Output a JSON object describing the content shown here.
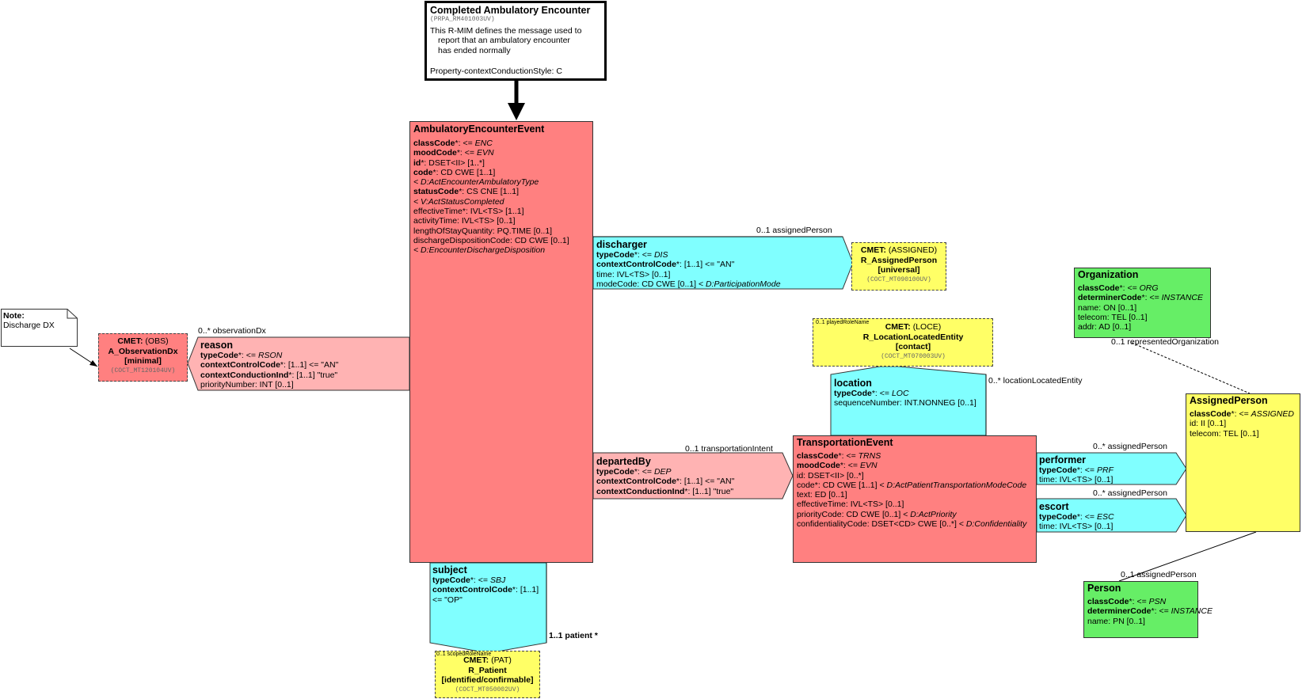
{
  "header": {
    "title": "Completed Ambulatory Encounter",
    "id": "(PRPA_RM401003UV)",
    "desc": [
      "This R-MIM defines the message used to",
      "report that an ambulatory encounter",
      "has ended normally"
    ],
    "property": "Property-contextConductionStyle: C"
  },
  "note": {
    "label": "Note:",
    "text": "Discharge DX"
  },
  "encounter": {
    "title": "AmbulatoryEncounterEvent",
    "a1": {
      "name": "classCode",
      "rest": "*: <= ",
      "val": "ENC"
    },
    "a2": {
      "name": "moodCode",
      "rest": "*: <= ",
      "val": "EVN"
    },
    "a3": {
      "name": "id",
      "rest": "*: DSET<II> [1..*]"
    },
    "a4": {
      "name": "code",
      "rest": "*: CD CWE [1..1]"
    },
    "a4b": " < D:ActEncounterAmbulatoryType",
    "a5": {
      "name": "statusCode",
      "rest": "*: CS CNE [1..1]"
    },
    "a5b": " < V:ActStatusCompleted",
    "a6": "effectiveTime*: IVL<TS> [1..1]",
    "a7": "activityTime: IVL<TS> [0..1]",
    "a8": "lengthOfStayQuantity: PQ.TIME [0..1]",
    "a9": "dischargeDispositionCode: CD CWE [0..1]",
    "a9b": " < D:EncounterDischargeDisposition"
  },
  "discharger": {
    "title": "discharger",
    "a1": {
      "name": "typeCode",
      "rest": "*: <= ",
      "val": "DIS"
    },
    "a2": {
      "name": "contextControlCode",
      "rest": "*: [1..1] <= \"AN\""
    },
    "a3": "time: IVL<TS> [0..1]",
    "a4": "modeCode: CD CWE [0..1] < ",
    "a4i": "D:ParticipationMode",
    "link": "0..1 assignedPerson"
  },
  "cmetAssigned": {
    "l1b": "CMET:",
    "l1": " (ASSIGNED)",
    "l2": "R_AssignedPerson",
    "l3": "[universal]",
    "l4": "(COCT_MT090100UV)"
  },
  "reason": {
    "title": "reason",
    "a1": {
      "name": "typeCode",
      "rest": "*: <= ",
      "val": "RSON"
    },
    "a2": {
      "name": "contextControlCode",
      "rest": "*: [1..1] <= \"AN\""
    },
    "a3": {
      "name": "contextConductionInd",
      "rest": "*: [1..1] \"true\""
    },
    "a4": "priorityNumber: INT [0..1]",
    "link": "0..* observationDx"
  },
  "cmetObs": {
    "l1b": "CMET:",
    "l1": " (OBS)",
    "l2": "A_ObservationDx",
    "l3": "[minimal]",
    "l4": "(COCT_MT120104UV)"
  },
  "departed": {
    "title": "departedBy",
    "a1": {
      "name": "typeCode",
      "rest": "*: <= ",
      "val": "DEP"
    },
    "a2": {
      "name": "contextControlCode",
      "rest": "*: [1..1] <= \"AN\""
    },
    "a3": {
      "name": "contextConductionInd",
      "rest": "*: [1..1] \"true\""
    },
    "link": "0..1 transportationIntent"
  },
  "transport": {
    "title": "TransportationEvent",
    "a1": {
      "name": "classCode",
      "rest": "*: <= ",
      "val": "TRNS"
    },
    "a2": {
      "name": "moodCode",
      "rest": "*: <= ",
      "val": "EVN"
    },
    "a3": "id: DSET<II> [0..*]",
    "a4": "code*: CD CWE [1..1] < ",
    "a4i": "D:ActPatientTransportationModeCode",
    "a5": "text: ED [0..1]",
    "a6": "effectiveTime: IVL<TS> [0..1]",
    "a7": "priorityCode: CD CWE [0..1] < ",
    "a7i": "D:ActPriority",
    "a8": "confidentialityCode: DSET<CD> CWE [0..*] < ",
    "a8i": "D:Confidentiality"
  },
  "location": {
    "title": "location",
    "a1": {
      "name": "typeCode",
      "rest": "*: <= ",
      "val": "LOC"
    },
    "a2": "sequenceNumber: INT.NONNEG [0..1]",
    "link": "0..* locationLocatedEntity"
  },
  "cmetLoc": {
    "tiny": "0..1 playedRoleName",
    "l1b": "CMET:",
    "l1": " (LOCE)",
    "l2": "R_LocationLocatedEntity",
    "l3": "[contact]",
    "l4": "(COCT_MT070003UV)"
  },
  "performer": {
    "title": "performer",
    "a1": {
      "name": "typeCode",
      "rest": "*: <= ",
      "val": "PRF"
    },
    "a2": "time: IVL<TS> [0..1]",
    "link": "0..* assignedPerson"
  },
  "escort": {
    "title": "escort",
    "a1": {
      "name": "typeCode",
      "rest": "*: <= ",
      "val": "ESC"
    },
    "a2": "time: IVL<TS> [0..1]",
    "link": "0..* assignedPerson"
  },
  "assignedPerson": {
    "title": "AssignedPerson",
    "a1": {
      "name": "classCode",
      "rest": "*: <= ",
      "val": "ASSIGNED"
    },
    "a2": "id: II [0..1]",
    "a3": "telecom: TEL [0..1]"
  },
  "organization": {
    "title": "Organization",
    "a1": {
      "name": "classCode",
      "rest": "*: <= ",
      "val": "ORG"
    },
    "a2": {
      "name": "determinerCode",
      "rest": "*: <= ",
      "val": "INSTANCE"
    },
    "a3": "name: ON [0..1]",
    "a4": "telecom: TEL [0..1]",
    "a5": "addr: AD [0..1]",
    "link": "0..1 representedOrganization"
  },
  "person": {
    "title": "Person",
    "a1": {
      "name": "classCode",
      "rest": "*: <= ",
      "val": "PSN"
    },
    "a2": {
      "name": "determinerCode",
      "rest": "*: <= ",
      "val": "INSTANCE"
    },
    "a3": "name: PN [0..1]",
    "link": "0..1 assignedPerson"
  },
  "subject": {
    "title": "subject",
    "a1": {
      "name": "typeCode",
      "rest": "*: <= ",
      "val": "SBJ"
    },
    "a2": {
      "name": "contextControlCode",
      "rest": "*: [1..1]"
    },
    "a2b": " <= \"OP\"",
    "link": "1..1 patient  *"
  },
  "cmetPat": {
    "tiny": "0..1 scopedRoleName",
    "l1b": "CMET:",
    "l1": " (PAT)",
    "l2": "R_Patient",
    "l3": "[identified/confirmable]",
    "l4": "(COCT_MT050002UV)"
  },
  "colors": {
    "act": "#ff8080",
    "participation": "#80ffff",
    "reasonLink": "#ffb3b3",
    "role": "#ffff66",
    "entity": "#66ee66"
  }
}
